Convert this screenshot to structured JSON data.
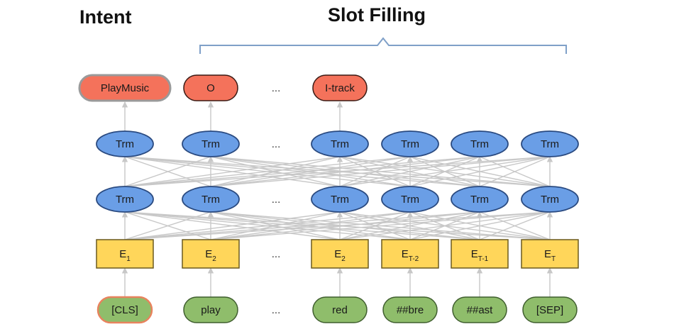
{
  "headings": {
    "intent": "Intent",
    "slot_filling": "Slot Filling"
  },
  "ellipsis": "...",
  "outputs": [
    {
      "label": "PlayMusic",
      "col": 0
    },
    {
      "label": "O",
      "col": 1
    },
    {
      "label": "I-track",
      "col": 3
    }
  ],
  "transformer_label": "Trm",
  "transformer_layers": 2,
  "embeddings": [
    {
      "base": "E",
      "sub": "1"
    },
    {
      "base": "E",
      "sub": "2"
    },
    null,
    {
      "base": "E",
      "sub": "2"
    },
    {
      "base": "E",
      "sub": "T-2"
    },
    {
      "base": "E",
      "sub": "T-1"
    },
    {
      "base": "E",
      "sub": "T"
    }
  ],
  "tokens": [
    "[CLS]",
    "play",
    null,
    "red",
    "##bre",
    "##ast",
    "[SEP]"
  ],
  "colors": {
    "output_fill": "#f4725b",
    "output_cls_border": "#9a9a9a",
    "trm_fill": "#6a9ee6",
    "trm_border": "#2a4a80",
    "embed_fill": "#ffd65a",
    "embed_border": "#6b5a1e",
    "token_fill": "#8fbd6b",
    "token_border": "#3f5e2e",
    "token_cls_border": "#e8835e",
    "arrow": "#c8c8c8",
    "brace": "#7fa0c8"
  }
}
